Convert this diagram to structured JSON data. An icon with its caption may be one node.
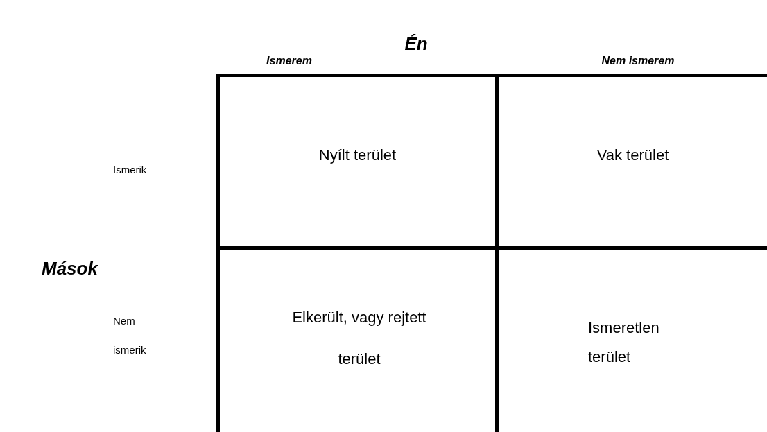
{
  "diagram": {
    "nodes": [
      {
        "text": [
          "Nyílt terület"
        ]
      },
      {
        "text": [
          "Vak terület"
        ]
      },
      {
        "text": [
          "Elkerült, vagy rejtett terület"
        ]
      },
      {
        "text": [
          "Ismeretlen terület"
        ]
      }
    ],
    "labels": [
      "Én",
      "Ismerem",
      "Nem ismerem",
      "Ismerik",
      "Mások",
      "Nem ismerik"
    ]
  }
}
